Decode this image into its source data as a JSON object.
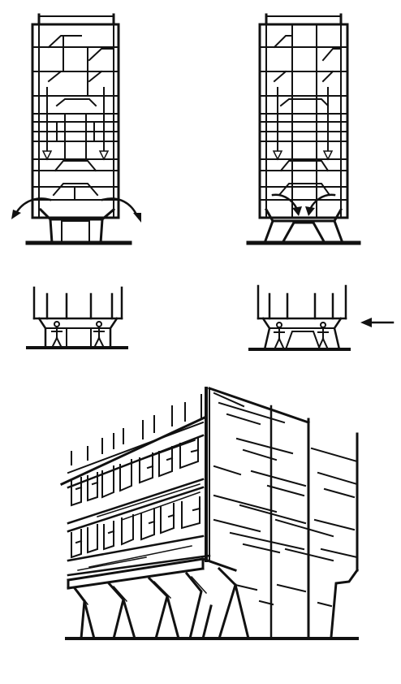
{
  "figure": {
    "panels": [
      {
        "id": "frame-load-path-left",
        "description_icon": "building-section-icon"
      },
      {
        "id": "frame-load-path-right",
        "description_icon": "building-section-icon"
      },
      {
        "id": "pilotis-detail-left",
        "description_icon": "column-detail-icon"
      },
      {
        "id": "pilotis-detail-right",
        "description_icon": "column-detail-icon",
        "indicator": "arrow-left-icon"
      },
      {
        "id": "perspective-view",
        "description_icon": "building-perspective-icon"
      }
    ],
    "colors": {
      "ink": "#111111",
      "background": "#ffffff"
    }
  }
}
